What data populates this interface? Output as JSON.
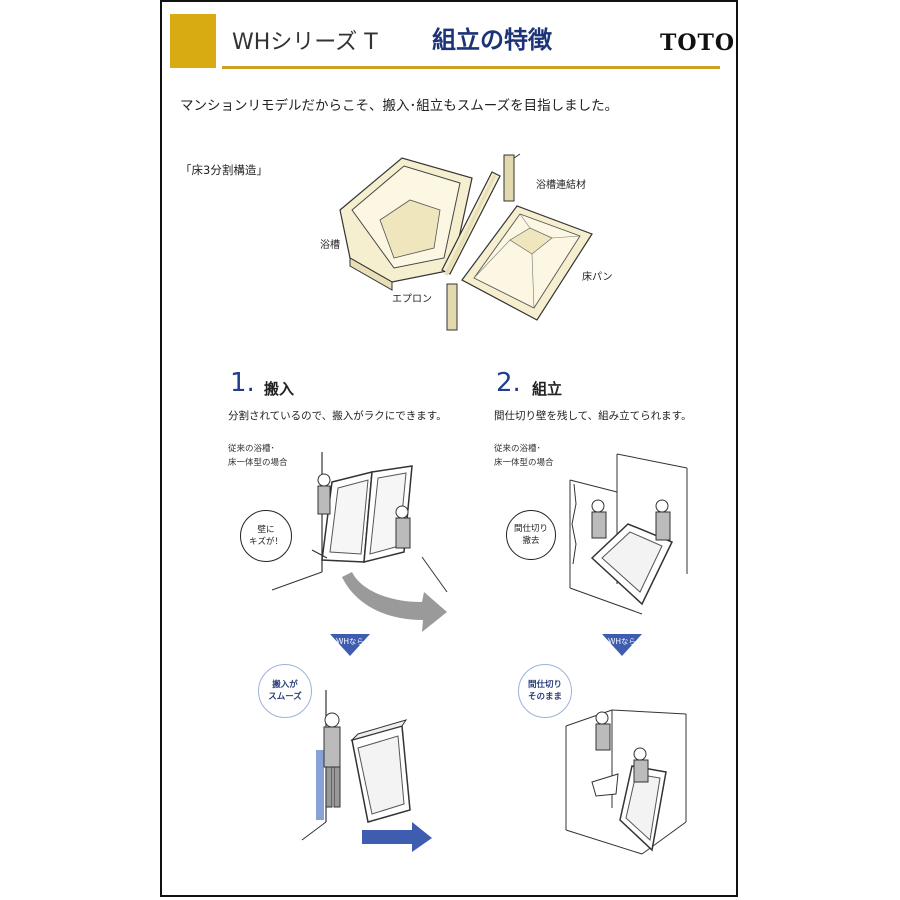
{
  "header": {
    "series": "WHシリーズ T",
    "title": "組立の特徴",
    "brand": "TOTO"
  },
  "lead_text": "マンションリモデルだからこそ、搬入･組立もスムーズを目指しました。",
  "structure": {
    "tag": "「床3分割構造」",
    "parts": {
      "tub": "浴槽",
      "connector": "浴槽連結材",
      "apron": "エプロン",
      "floor_pan": "床パン"
    }
  },
  "steps": [
    {
      "number": "1.",
      "title": "搬入",
      "description": "分割されているので、搬入がラクにできます。",
      "conventional_label_1": "従来の浴槽･",
      "conventional_label_2": "床一体型の場合",
      "problem_callout_1": "壁に",
      "problem_callout_2": "キズが！",
      "transition": "WHなら",
      "benefit_callout_1": "搬入が",
      "benefit_callout_2": "スムーズ"
    },
    {
      "number": "2.",
      "title": "組立",
      "description": "間仕切り壁を残して、組み立てられます。",
      "conventional_label_1": "従来の浴槽･",
      "conventional_label_2": "床一体型の場合",
      "problem_callout_1": "間仕切り",
      "problem_callout_2": "撤去",
      "transition": "WHなら",
      "benefit_callout_1": "間仕切り",
      "benefit_callout_2": "そのまま"
    }
  ],
  "colors": {
    "gold": "#d9ab12",
    "navy": "#1c3377",
    "step_blue": "#1f3e8c",
    "cream": "#f5efcf",
    "arrow_blue": "#3e5db0"
  }
}
